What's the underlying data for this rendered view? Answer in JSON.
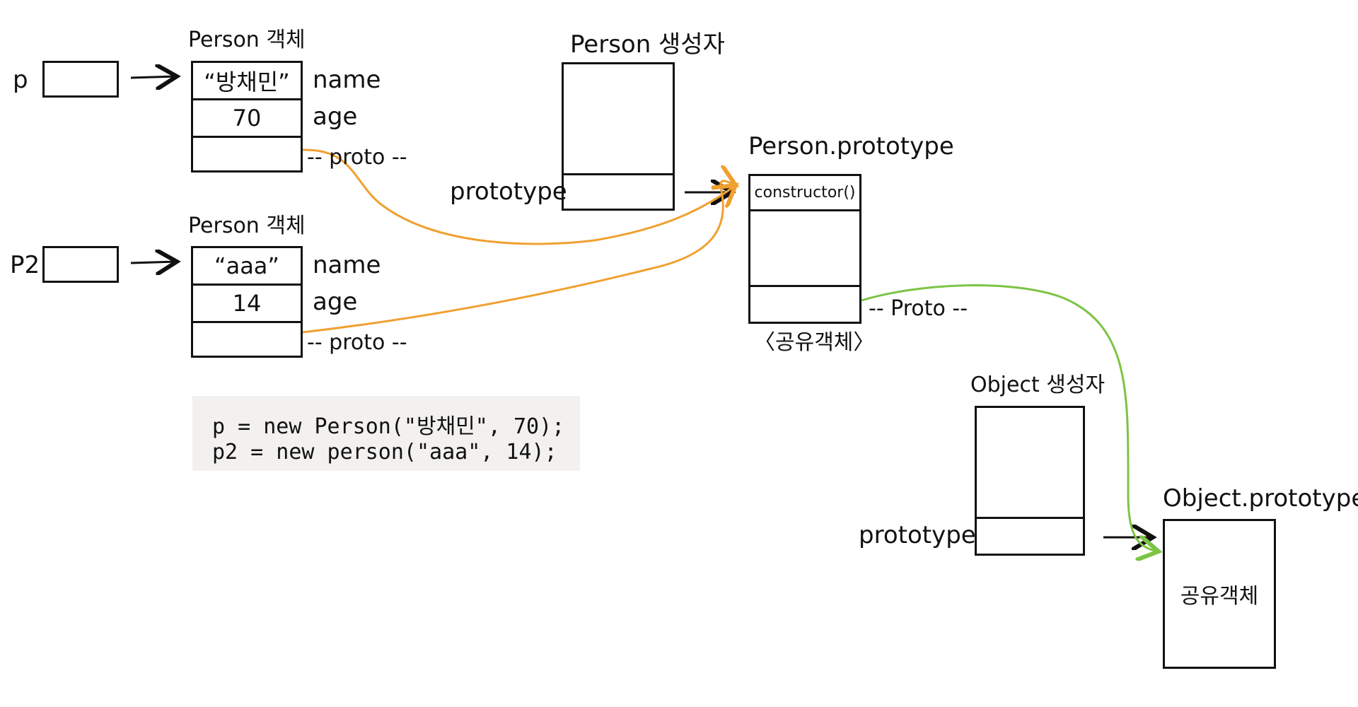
{
  "variables": {
    "p": "p",
    "p2": "P2"
  },
  "person_object_1": {
    "title": "Person 객체",
    "name_value": "“방채민”",
    "age_value": "70",
    "name_label": "name",
    "age_label": "age",
    "proto_label": "-- proto --"
  },
  "person_object_2": {
    "title": "Person 객체",
    "name_value": "“aaa”",
    "age_value": "14",
    "name_label": "name",
    "age_label": "age",
    "proto_label": "-- proto --"
  },
  "person_constructor": {
    "title": "Person 생성자",
    "prototype_label": "prototype"
  },
  "person_prototype": {
    "title": "Person.prototype",
    "constructor_cell": "constructor()",
    "caption": "〈공유객체〉",
    "proto_label": "-- Proto --"
  },
  "object_constructor": {
    "title": "Object 생성자",
    "prototype_label": "prototype"
  },
  "object_prototype": {
    "title": "Object.prototype",
    "body_text": "공유객체"
  },
  "code": {
    "line1": "p = new Person(\"방채민\", 70);",
    "line2": "p2 = new person(\"aaa\", 14);"
  },
  "colors": {
    "proto_link_person": "#f0a030",
    "proto_link_object": "#7cc444",
    "ink": "#111111",
    "code_bg": "#f2f1ef"
  }
}
